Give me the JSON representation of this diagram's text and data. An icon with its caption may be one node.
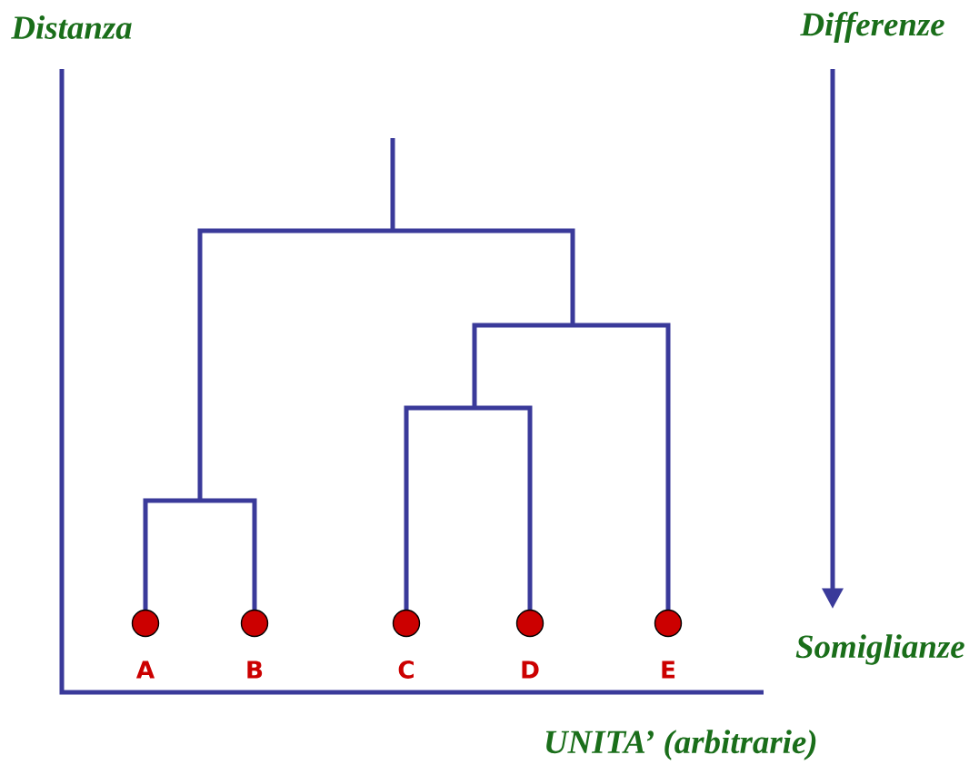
{
  "diagram": {
    "nodes": [
      {
        "text": [],
        "shape": "circle",
        "beside": [
          "A"
        ]
      },
      {
        "text": [],
        "shape": "circle",
        "beside": [
          "B"
        ]
      },
      {
        "text": [],
        "shape": "circle",
        "beside": [
          "C"
        ]
      },
      {
        "text": [],
        "shape": "circle",
        "beside": [
          "D"
        ]
      },
      {
        "text": [],
        "shape": "circle",
        "beside": [
          "E"
        ]
      }
    ],
    "labels": [
      "Distanza",
      "Differenze",
      "Somiglianze",
      "UNITA’ (arbitrarie)"
    ]
  }
}
